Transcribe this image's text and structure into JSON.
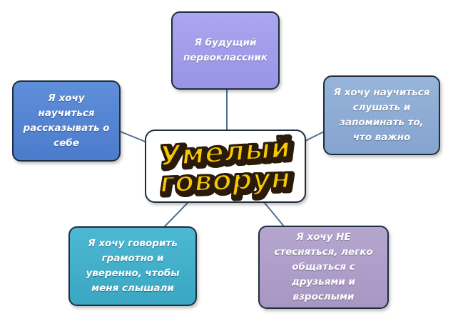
{
  "center": {
    "title_line1": "Умелый",
    "title_line2": "говорун"
  },
  "nodes": {
    "top": "Я будущий\nпервоклассник",
    "left": "Я хочу\nнаучиться\nрассказывать о\nсебе",
    "right": "Я хочу научиться\nслушать и\nзапоминать то,\nчто важно",
    "bottom_left": "Я хочу говорить\nграмотно и\nуверенно, чтобы\nменя слышали",
    "bottom_right": "Я хочу НЕ\nстесняться, легко\nобщаться с\nдрузьями и\nвзрослыми"
  },
  "colors": {
    "top": "#9f9beb",
    "left": "#5585d1",
    "right": "#8cacd4",
    "bottom_left": "#41afca",
    "bottom_right": "#ad9dc8",
    "connector": "#4f6f8f",
    "logo_fill": "#f6c800",
    "logo_outline": "#2a1a0a"
  }
}
